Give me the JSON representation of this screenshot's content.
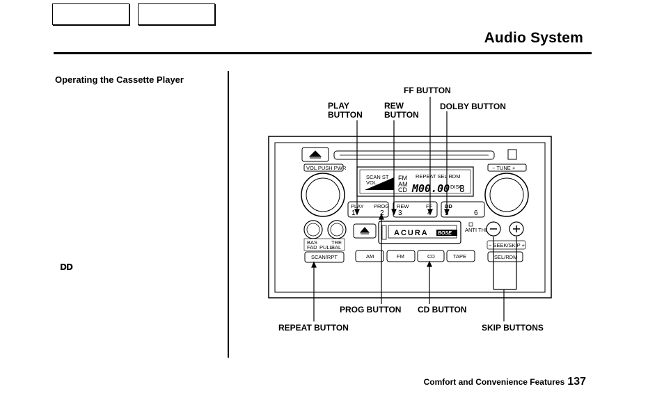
{
  "header": {
    "title": "Audio System"
  },
  "section": {
    "heading": "Operating the Cassette Player",
    "dolby_symbol": "DD"
  },
  "footer": {
    "section_name": "Comfort and Convenience Features",
    "page_number": "137"
  },
  "diagram": {
    "callouts": {
      "ff_button": "FF BUTTON",
      "play_button_1": "PLAY",
      "play_button_2": "BUTTON",
      "rew_button_1": "REW",
      "rew_button_2": "BUTTON",
      "dolby_button": "DOLBY BUTTON",
      "prog_button": "PROG BUTTON",
      "cd_button": "CD BUTTON",
      "repeat_button": "REPEAT BUTTON",
      "skip_buttons": "SKIP BUTTONS"
    },
    "radio": {
      "vol_label": "VOL PUSH PWR",
      "tune_label": "− TUNE +",
      "display_scan": "SCAN ST",
      "display_vol": "VOL",
      "display_fm": "FM",
      "display_am": "AM",
      "display_cd": "CD",
      "display_repeat": "REPEAT SEL RDM",
      "display_disc": "DISC",
      "preset_1_label": "PLAY",
      "preset_1_label_b": "PROG",
      "preset_1": "1",
      "preset_2": "2",
      "preset_3_label": "REW",
      "preset_3_label_b": "FF",
      "preset_3": "3",
      "preset_4": "4",
      "preset_5_label": "DD",
      "preset_5": "5",
      "preset_6": "6",
      "brand": "ACURA",
      "bose": "BOSE",
      "anti_theft": "ANTI THEFT",
      "bas": "BAS",
      "tre": "TRE",
      "fad": "FAD",
      "pull": "PULL",
      "bal": "BAL",
      "scan_rpt": "SCAN/RPT",
      "am": "AM",
      "fm": "FM",
      "cd": "CD",
      "tape": "TAPE",
      "seek_skip": "− SEEK/SKIP +",
      "sel_rdm": "SEL/RDM"
    }
  }
}
